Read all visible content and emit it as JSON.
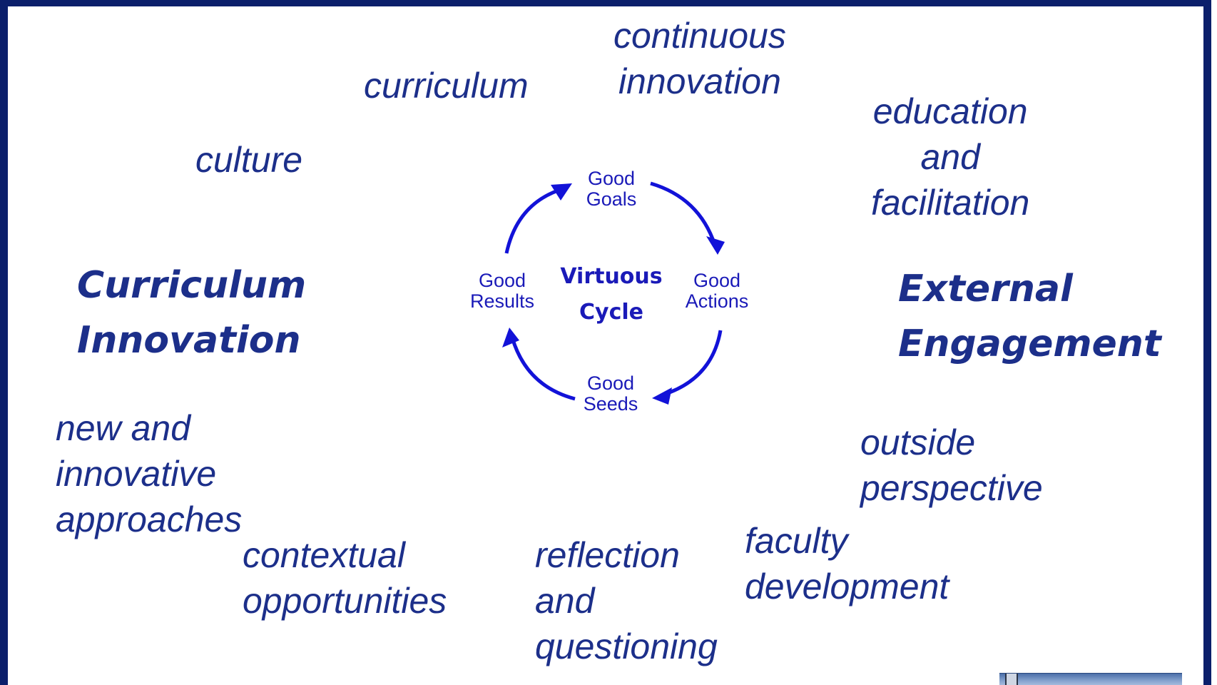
{
  "words": {
    "continuous_innovation": [
      "continuous",
      "innovation"
    ],
    "curriculum": [
      "curriculum"
    ],
    "culture": [
      "culture"
    ],
    "education_facilitation": [
      "education",
      "and",
      "facilitation"
    ],
    "new_approaches": [
      "new and",
      "innovative",
      "approaches"
    ],
    "contextual_opportunities": [
      "contextual",
      "opportunities"
    ],
    "reflection_questioning": [
      "reflection",
      "and",
      "questioning"
    ],
    "faculty_development": [
      "faculty",
      "development"
    ],
    "outside_perspective": [
      "outside",
      "perspective"
    ]
  },
  "headings": {
    "curriculum_innovation": [
      "Curriculum",
      "Innovation"
    ],
    "external_engagement": [
      "External",
      "Engagement"
    ]
  },
  "cycle": {
    "center": [
      "Virtuous",
      "Cycle"
    ],
    "nodes": {
      "goals": [
        "Good",
        "Goals"
      ],
      "actions": [
        "Good",
        "Actions"
      ],
      "seeds": [
        "Good",
        "Seeds"
      ],
      "results": [
        "Good",
        "Results"
      ]
    },
    "arrow_color": "#1212d8",
    "text_color": "#1a1ab8"
  },
  "colors": {
    "frame": "#0b1f6b",
    "text": "#1c2f8a"
  }
}
